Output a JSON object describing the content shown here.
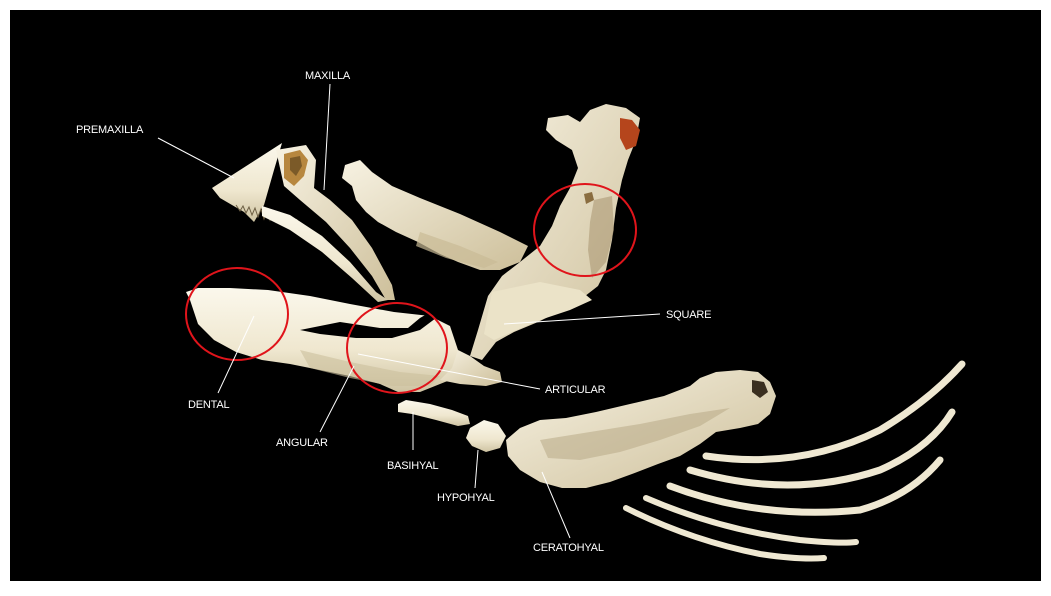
{
  "labels": {
    "maxilla": "MAXILLA",
    "premaxilla": "PREMAXILLA",
    "square": "SQUARE",
    "dental": "DENTAL",
    "articular": "ARTICULAR",
    "angular": "ANGULAR",
    "basihyal": "BASIHYAL",
    "hypohyal": "HYPOHYAL",
    "ceratohyal": "CERATOHYAL"
  },
  "colors": {
    "background": "#000000",
    "frame": "#ffffff",
    "bone": "#f3eedb",
    "bone_shade": "#c9bfa0",
    "highlight_circle": "#e0141b",
    "label_text": "#ffffff",
    "leader_line": "#ffffff",
    "cavity": "#b7873f",
    "accent_orange": "#b5451c"
  }
}
